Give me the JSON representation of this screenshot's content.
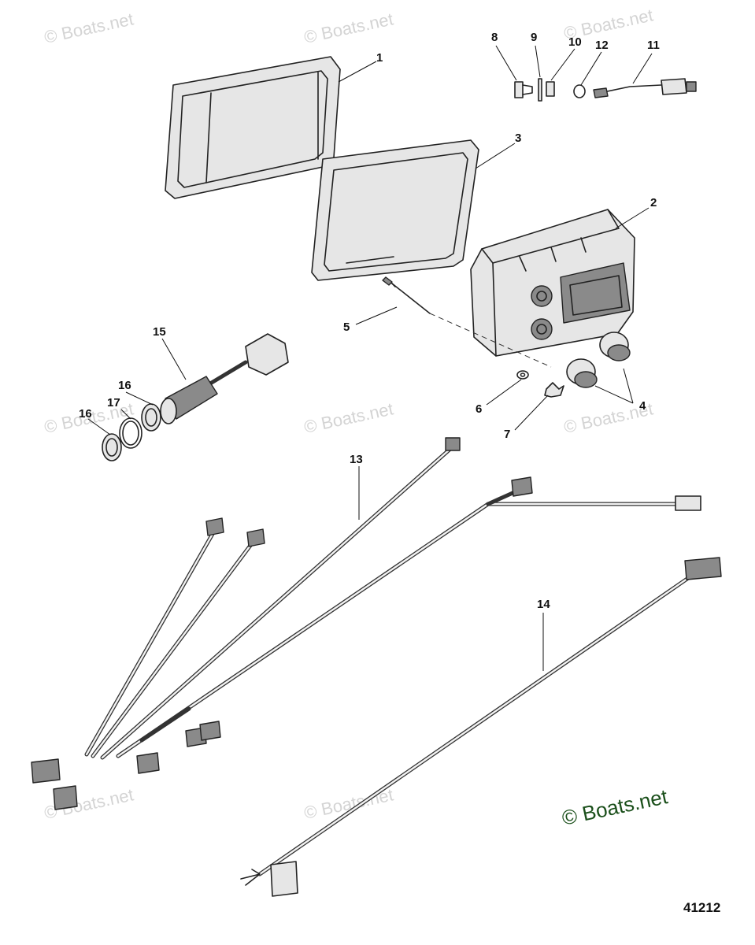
{
  "callouts": {
    "c1": "1",
    "c2": "2",
    "c3": "3",
    "c4": "4",
    "c5": "5",
    "c6": "6",
    "c7": "7",
    "c8": "8",
    "c9": "9",
    "c10": "10",
    "c11": "11",
    "c12": "12",
    "c13": "13",
    "c14": "14",
    "c15": "15",
    "c16a": "16",
    "c16b": "16",
    "c17": "17"
  },
  "watermark": "© Boats.net",
  "brand_mark": "© Boats.net",
  "figure_number": "41212",
  "colors": {
    "brand": "#1a4f1a",
    "watermark": "#d4d4d4",
    "line": "#222222"
  }
}
